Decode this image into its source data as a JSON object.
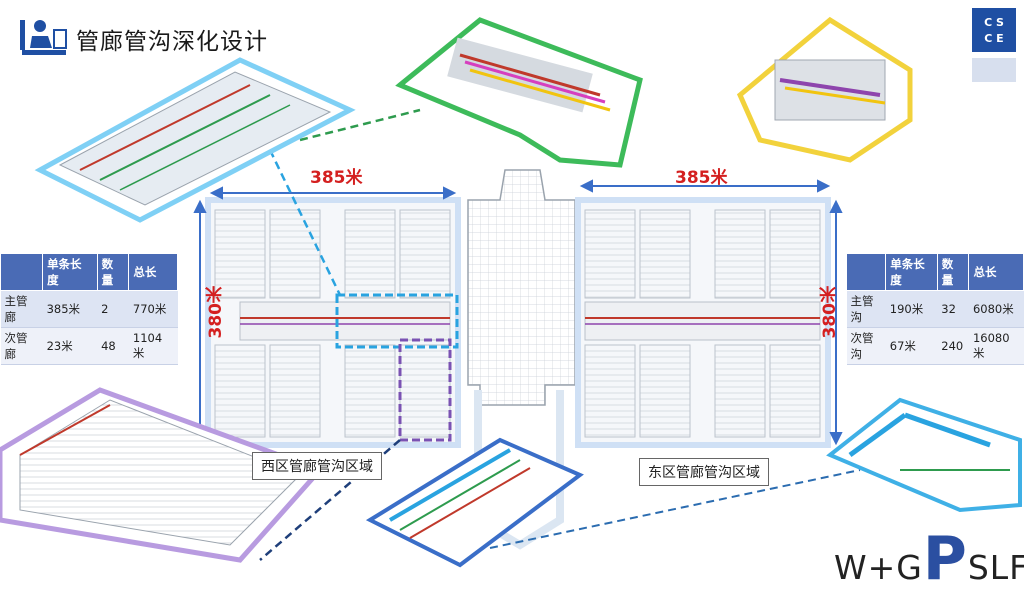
{
  "title": "管廊管沟深化设计",
  "dims": {
    "west_width": "385米",
    "east_width": "385米",
    "west_height": "380米",
    "east_height": "380米"
  },
  "zones": {
    "west": "西区管廊管沟区域",
    "east": "东区管廊管沟区域"
  },
  "table_left": {
    "headers": [
      "",
      "单条长度",
      "数量",
      "总长"
    ],
    "rows": [
      [
        "主管廊",
        "385米",
        "2",
        "770米"
      ],
      [
        "次管廊",
        "23米",
        "48",
        "1104米"
      ]
    ]
  },
  "table_right": {
    "headers": [
      "",
      "单条长度",
      "数量",
      "总长"
    ],
    "rows": [
      [
        "主管沟",
        "190米",
        "32",
        "6080米"
      ],
      [
        "次管沟",
        "67米",
        "240",
        "16080米"
      ]
    ]
  },
  "brand": {
    "prefix": "W+G",
    "big": "P",
    "suffix": "SLF"
  },
  "colors": {
    "accent_blue": "#3a6ec8",
    "dim_red": "#d42020",
    "frame_green": "#3dbb5a",
    "frame_yellow": "#f2d23c",
    "frame_purple": "#a58ad6",
    "frame_cyan": "#3fb0e6"
  }
}
